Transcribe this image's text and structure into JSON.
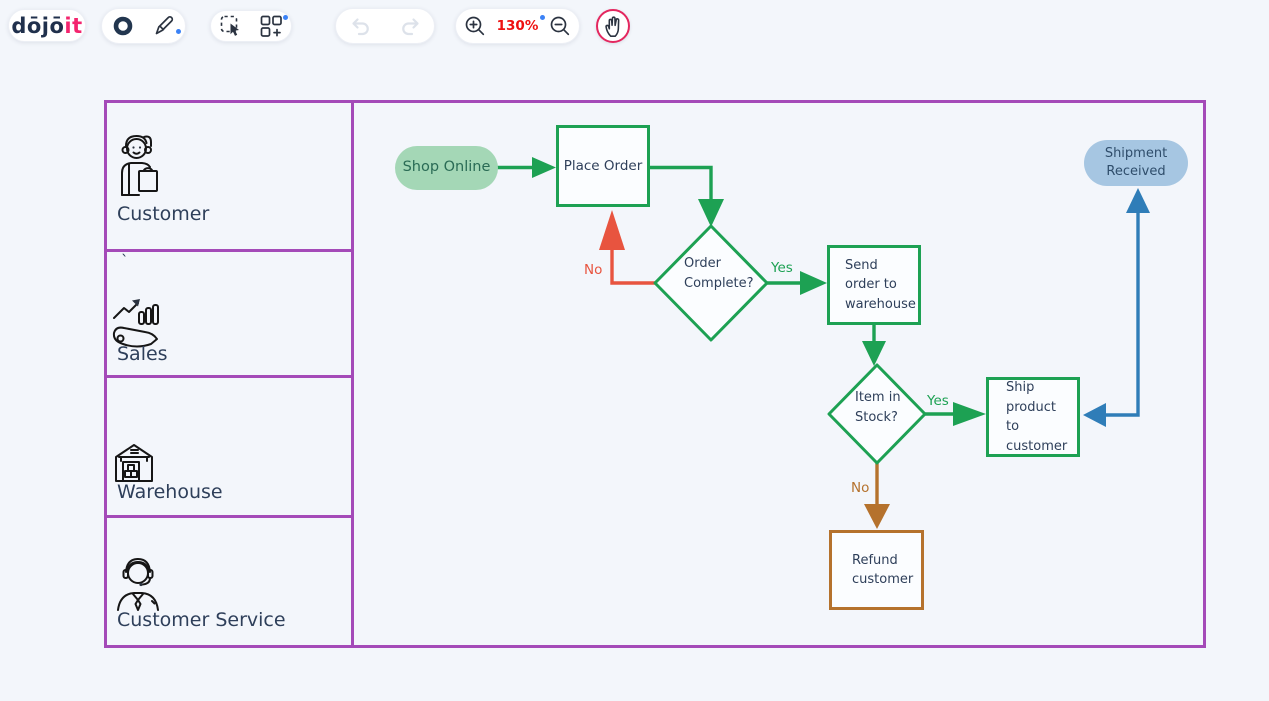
{
  "app": {
    "name": "dojoit whiteboard"
  },
  "toolbar": {
    "logo_part1": "dōjō",
    "logo_part2": "it",
    "zoom_level": "130%",
    "icons": [
      "circle-tool-icon",
      "pencil-icon",
      "marquee-select-icon",
      "shapes-icon",
      "undo-icon",
      "redo-icon",
      "zoom-in-icon",
      "zoom-out-icon",
      "hand-icon"
    ]
  },
  "lanes": [
    {
      "label": "Customer",
      "icon": "customer-icon"
    },
    {
      "label": "Sales",
      "icon": "sales-icon",
      "stray_mark": "`"
    },
    {
      "label": "Warehouse",
      "icon": "warehouse-icon"
    },
    {
      "label": "Customer Service",
      "icon": "customer-service-icon"
    }
  ],
  "flowchart": {
    "nodes": [
      {
        "id": "shop_online",
        "type": "start",
        "label": "Shop Online"
      },
      {
        "id": "place_order",
        "type": "process",
        "label": "Place Order"
      },
      {
        "id": "order_complete",
        "type": "decision",
        "label": "Order Complete?"
      },
      {
        "id": "send_order",
        "type": "process",
        "label": "Send order to warehouse"
      },
      {
        "id": "item_in_stock",
        "type": "decision",
        "label": "Item in Stock?"
      },
      {
        "id": "ship_product",
        "type": "process",
        "label": "Ship product to customer"
      },
      {
        "id": "refund_customer",
        "type": "process",
        "label": "Refund customer"
      },
      {
        "id": "shipment_received",
        "type": "end",
        "label": "Shipment Received"
      }
    ],
    "edges": [
      {
        "from": "shop_online",
        "to": "place_order",
        "color": "green"
      },
      {
        "from": "place_order",
        "to": "order_complete",
        "color": "green"
      },
      {
        "from": "order_complete",
        "to": "send_order",
        "label": "Yes",
        "color": "green"
      },
      {
        "from": "order_complete",
        "to": "place_order",
        "label": "No",
        "color": "red"
      },
      {
        "from": "send_order",
        "to": "item_in_stock",
        "color": "green"
      },
      {
        "from": "item_in_stock",
        "to": "ship_product",
        "label": "Yes",
        "color": "green"
      },
      {
        "from": "item_in_stock",
        "to": "refund_customer",
        "label": "No",
        "color": "brown"
      },
      {
        "from": "ship_product",
        "to": "shipment_received",
        "color": "blue",
        "double_arrow": true
      }
    ]
  },
  "colors": {
    "purple": "#a44ab8",
    "green": "#1da153",
    "red": "#e8543f",
    "brown": "#b5722d",
    "blue": "#2f7db8",
    "navy": "#2e3f5a",
    "shopfill": "#a4d7b6",
    "shipfill": "#a6c6e2",
    "logopink": "#f3246e",
    "zoomred": "#ee1111",
    "dotblue": "#3b82f6",
    "bg": "#f3f6fb"
  }
}
